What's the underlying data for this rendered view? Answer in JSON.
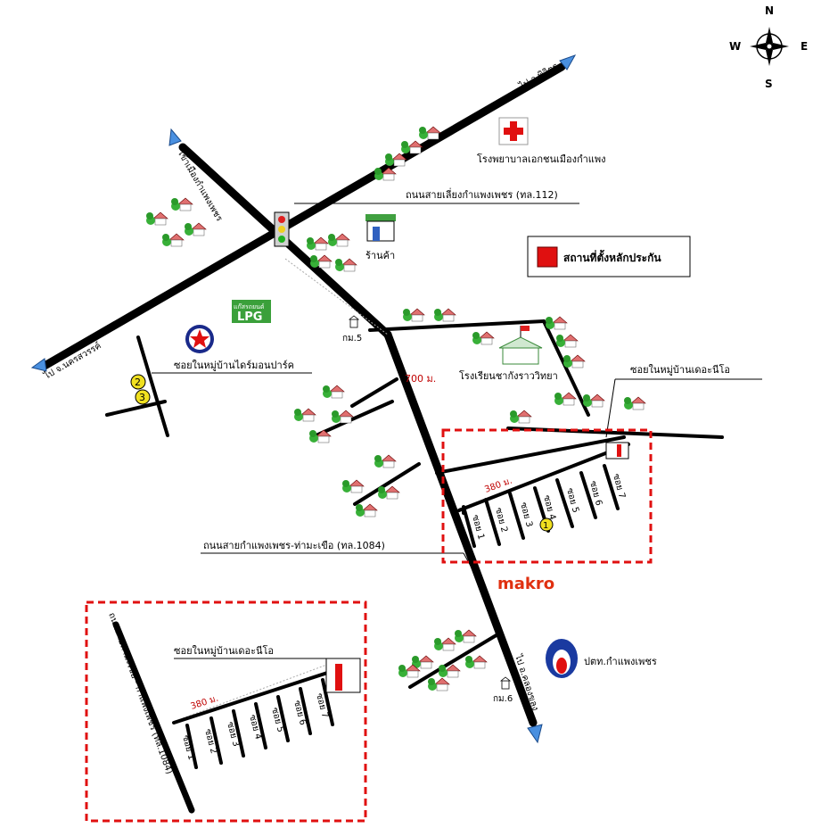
{
  "compass": {
    "n": "N",
    "s": "S",
    "e": "E",
    "w": "W"
  },
  "roads": {
    "to_phichit": "ไป จ.พิจิตร",
    "to_nakhonsawan": "ไป จ.นครสวรรค์",
    "to_khlonglan": "ไป อ.คลองขลุง",
    "to_city": "เข้าเมืองกำแพงเพชร",
    "bypass": "ถนนสายเลี่ยงกำแพงเพชร (ทล.112)",
    "highway_1084": "ถนนสายกำแพงเพชร-ท่ามะเขือ (ทล.1084)",
    "highway_1084_inset": "ถนนสายท่ามะเขือ - กำแพงเพชร (ทล.1084)"
  },
  "places": {
    "hospital": "โรงพยาบาลเอกชนเมืองกำแพง",
    "shop": "ร้านค้า",
    "school": "โรงเรียนชากังราววิทยา",
    "lpg_top": "แก๊สรถยนต์",
    "lpg": "LPG",
    "soi_diamond_park": "ซอยในหมู่บ้านไดร์มอนปาร์ค",
    "soi_the_neo": "ซอยในหมู่บ้านเดอะนีโอ",
    "soi_the_neo_inset": "ซอยในหมู่บ้านเดอะนีโอ",
    "makro": "makro",
    "ptt": "ปตท.กำแพงเพชร",
    "km5": "กม.5",
    "km6": "กม.6"
  },
  "legend": {
    "label": "สถานที่ตั้งหลักประกัน",
    "color": "#e01010"
  },
  "distances": {
    "d700": "700 ม.",
    "d380": "380 ม.",
    "d380_inset": "380 ม."
  },
  "markers": [
    "1",
    "2",
    "3"
  ],
  "sois": [
    "ซอย 1",
    "ซอย 2",
    "ซอย 3",
    "ซอย 4",
    "ซอย 5",
    "ซอย 6",
    "ซอย 7"
  ]
}
